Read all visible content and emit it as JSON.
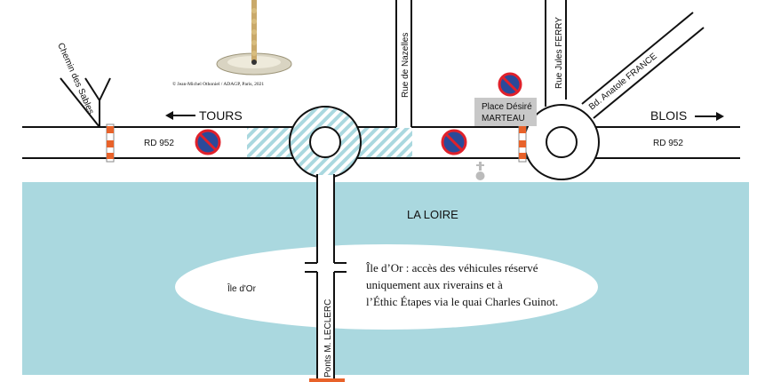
{
  "map": {
    "roads": {
      "rd952_west": "RD 952",
      "rd952_east": "RD 952",
      "chemin": "Chemin des Sables",
      "nazelles": "Rue de Nazelles",
      "ferry": "Rue Jules FERRY",
      "anatole": "Bd. Anatole FRANCE",
      "ponts": "Ponts M. LECLERC"
    },
    "directions": {
      "west": "TOURS",
      "east": "BLOIS"
    },
    "place": {
      "line1": "Place Désiré",
      "line2": "MARTEAU"
    },
    "river": "LA LOIRE",
    "island": {
      "name": "Île d'Or",
      "note_line1": "Île d’Or : accès des véhicules réservé",
      "note_line2": "uniquement aux riverains et à",
      "note_line3": "l’Éthic Étapes via le quai Charles Guinot."
    },
    "credit": "© Jean-Michel Othoniel / ADAGP, Paris, 2021",
    "colors": {
      "water": "#aad8df",
      "no_parking_red": "#e0212b",
      "no_parking_blue": "#2a4a9a",
      "barrier_orange": "#e8622a",
      "place_label_bg": "#c8c8c8"
    },
    "icons": [
      "no-parking-sign-icon",
      "barrier-icon",
      "arrow-left-icon",
      "arrow-right-icon",
      "sculpture-icon",
      "cross-icon"
    ]
  }
}
